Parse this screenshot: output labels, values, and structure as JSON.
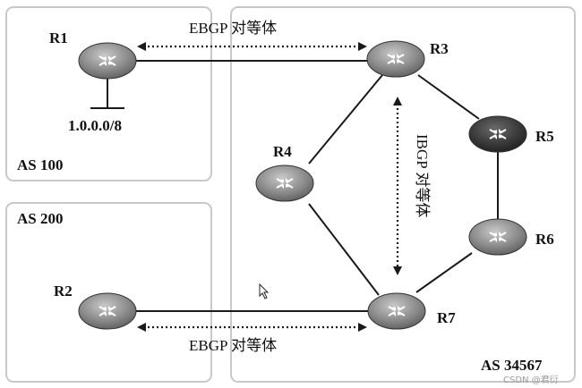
{
  "autonomous_systems": [
    {
      "id": "as100",
      "label": "AS 100"
    },
    {
      "id": "as200",
      "label": "AS 200"
    },
    {
      "id": "as34567",
      "label": "AS 34567"
    }
  ],
  "routers": [
    {
      "id": "r1",
      "label": "R1",
      "shade": "gray"
    },
    {
      "id": "r2",
      "label": "R2",
      "shade": "gray"
    },
    {
      "id": "r3",
      "label": "R3",
      "shade": "gray"
    },
    {
      "id": "r4",
      "label": "R4",
      "shade": "gray"
    },
    {
      "id": "r5",
      "label": "R5",
      "shade": "dark"
    },
    {
      "id": "r6",
      "label": "R6",
      "shade": "gray"
    },
    {
      "id": "r7",
      "label": "R7",
      "shade": "gray"
    }
  ],
  "links": [
    {
      "from": "R1",
      "to": "R3"
    },
    {
      "from": "R2",
      "to": "R7"
    },
    {
      "from": "R3",
      "to": "R4"
    },
    {
      "from": "R3",
      "to": "R5"
    },
    {
      "from": "R5",
      "to": "R6"
    },
    {
      "from": "R6",
      "to": "R7"
    },
    {
      "from": "R4",
      "to": "R7"
    }
  ],
  "network": {
    "label": "1.0.0.0/8",
    "attached_to": "R1"
  },
  "peerings": {
    "ebgp_top": "EBGP 对等体",
    "ebgp_bottom": "EBGP 对等体",
    "ibgp": "IBGP 对等体"
  },
  "watermark": "CSDN @君衍",
  "colors": {
    "router_gray": "#8c8c8c",
    "router_dark": "#3a3a3a",
    "box_border": "#c8c8c8",
    "line": "#1a1a1a"
  }
}
